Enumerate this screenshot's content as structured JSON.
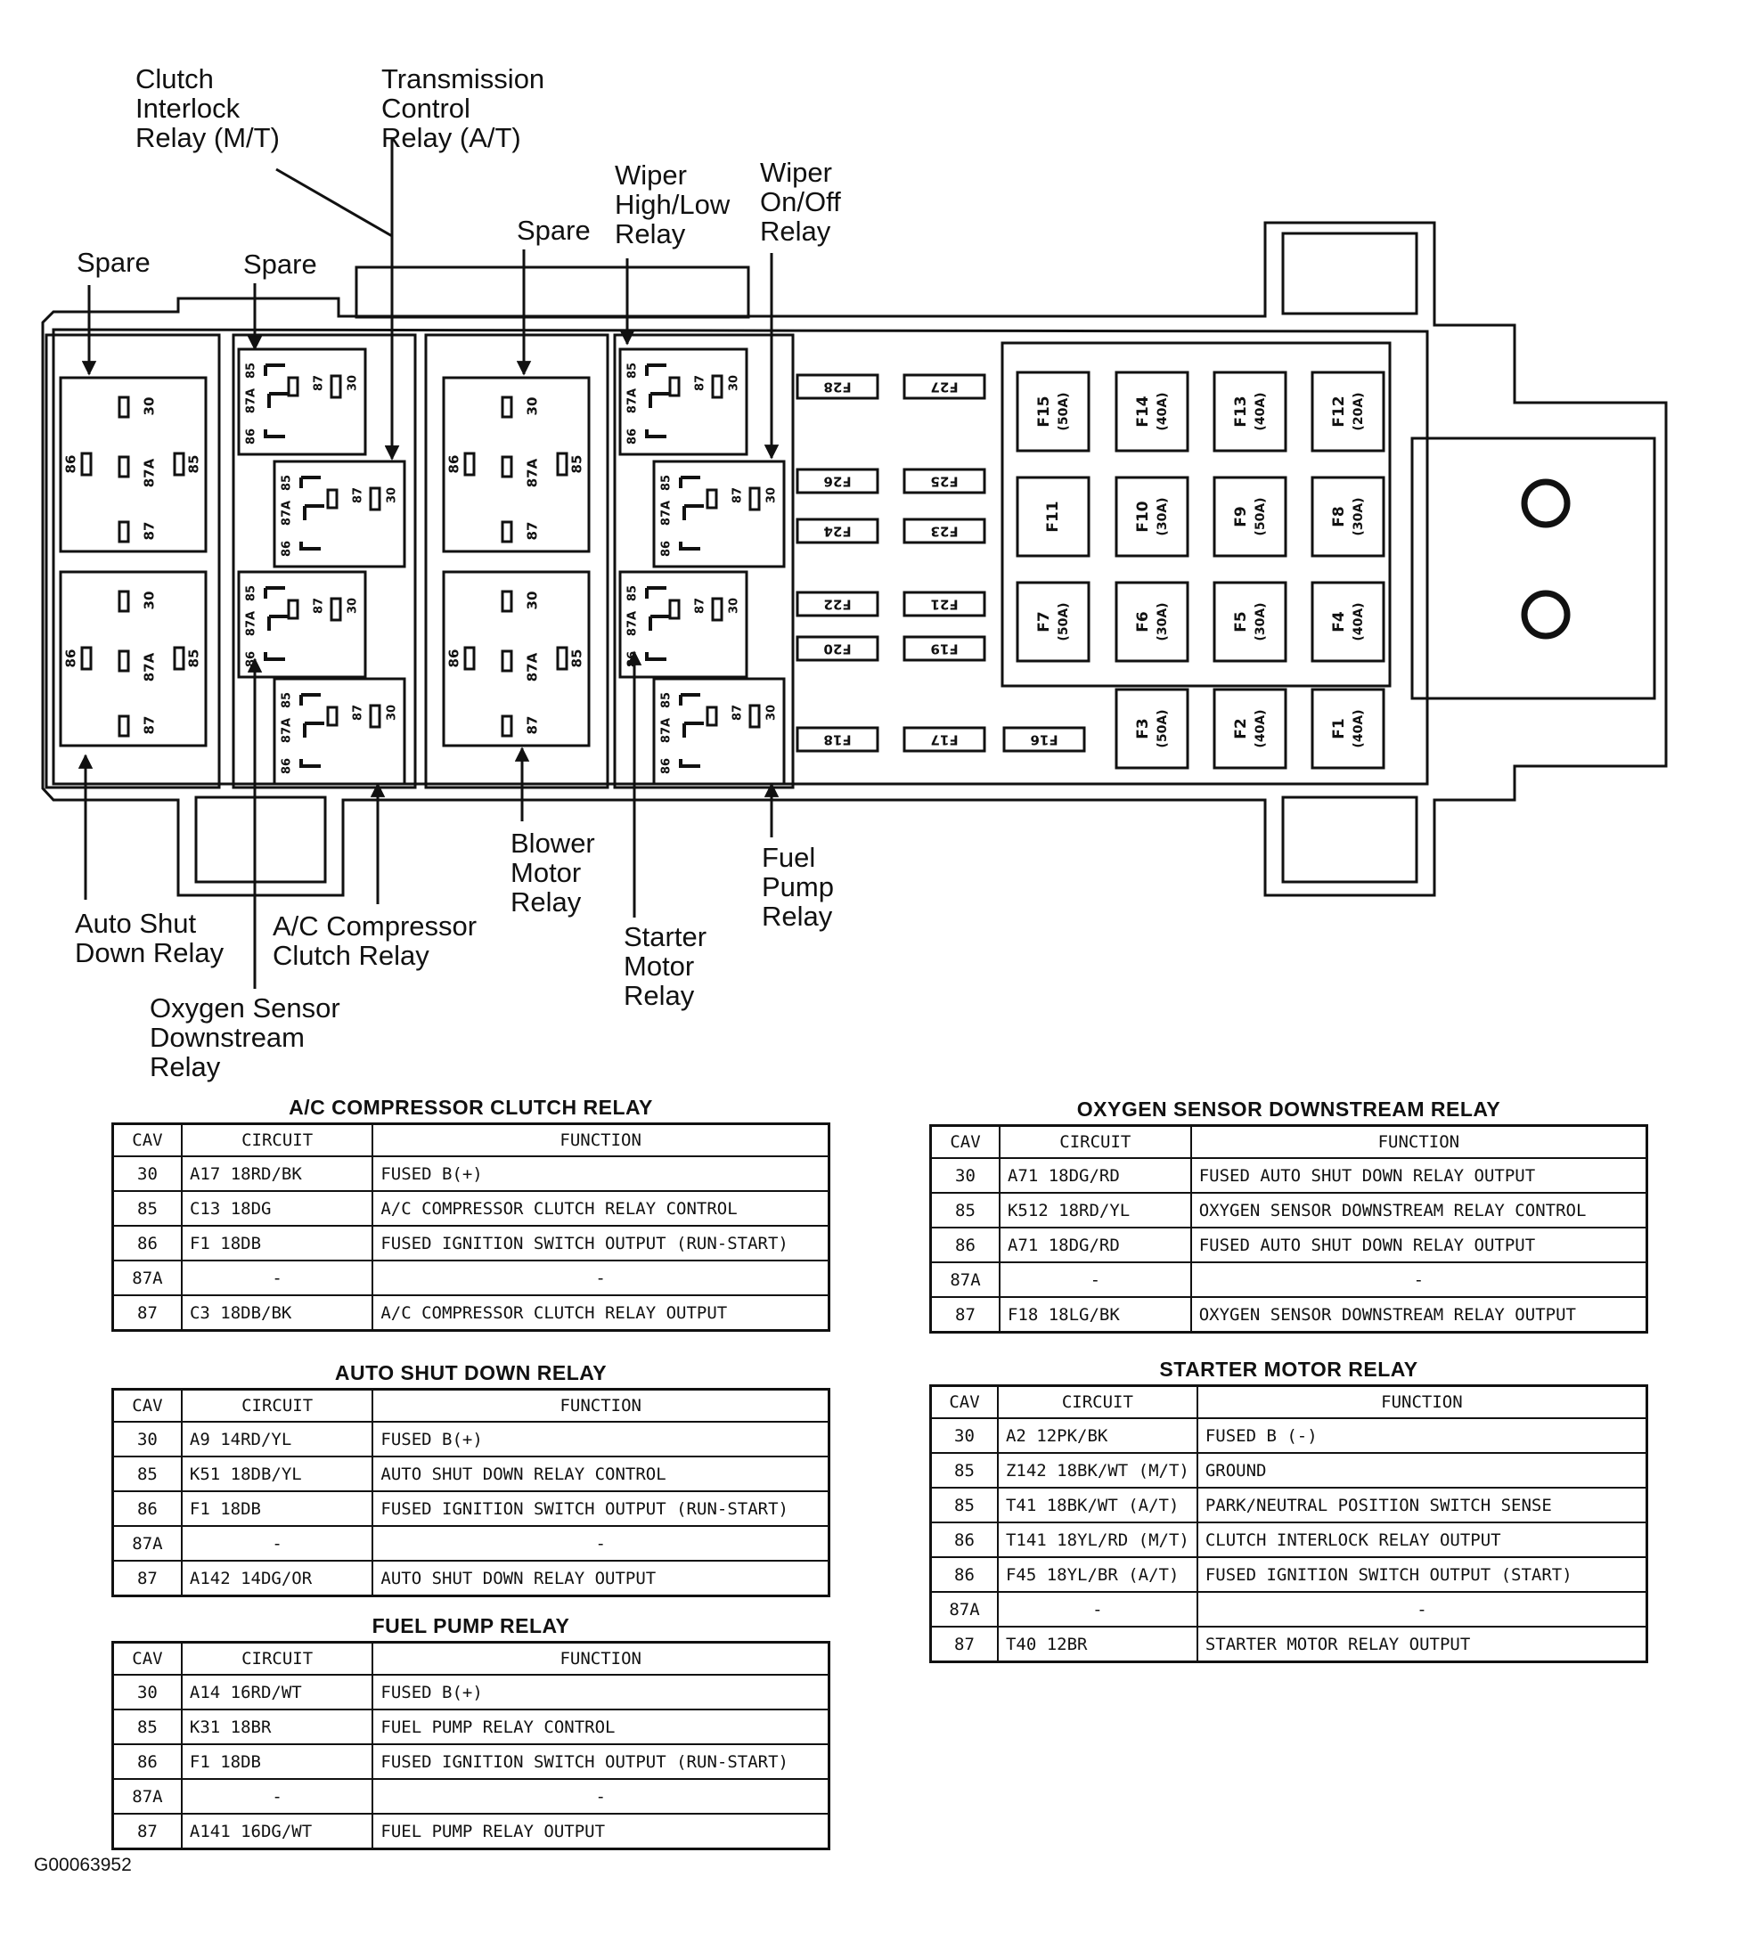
{
  "callouts": [
    {
      "id": "clutch",
      "text": "Clutch\nInterlock\nRelay (M/T)"
    },
    {
      "id": "tcr",
      "text": "Transmission\nControl\nRelay (A/T)"
    },
    {
      "id": "spare1",
      "text": "Spare"
    },
    {
      "id": "spare2",
      "text": "Spare"
    },
    {
      "id": "spare3",
      "text": "Spare"
    },
    {
      "id": "wiperhl",
      "text": "Wiper\nHigh/Low\nRelay"
    },
    {
      "id": "wiperoo",
      "text": "Wiper\nOn/Off\nRelay"
    },
    {
      "id": "asd",
      "text": "Auto Shut\nDown Relay"
    },
    {
      "id": "acc",
      "text": "A/C Compressor\nClutch Relay"
    },
    {
      "id": "o2",
      "text": "Oxygen Sensor\nDownstream\nRelay"
    },
    {
      "id": "blower",
      "text": "Blower\nMotor\nRelay"
    },
    {
      "id": "starter",
      "text": "Starter\nMotor\nRelay"
    },
    {
      "id": "fuelpump",
      "text": "Fuel\nPump\nRelay"
    }
  ],
  "relay_pins": {
    "p30": "30",
    "p85": "85",
    "p86": "86",
    "p87": "87",
    "p87a": "87A"
  },
  "small_fuses": [
    "F28",
    "F27",
    "F26",
    "F25",
    "F24",
    "F23",
    "F22",
    "F21",
    "F20",
    "F19",
    "F18",
    "F17",
    "F16"
  ],
  "maxi_fuses": [
    {
      "id": "F15",
      "rating": "(50A)"
    },
    {
      "id": "F14",
      "rating": "(40A)"
    },
    {
      "id": "F13",
      "rating": "(40A)"
    },
    {
      "id": "F12",
      "rating": "(20A)"
    },
    {
      "id": "F11",
      "rating": ""
    },
    {
      "id": "F10",
      "rating": "(30A)"
    },
    {
      "id": "F9",
      "rating": "(50A)"
    },
    {
      "id": "F8",
      "rating": "(30A)"
    },
    {
      "id": "F7",
      "rating": "(50A)"
    },
    {
      "id": "F6",
      "rating": "(30A)"
    },
    {
      "id": "F5",
      "rating": "(30A)"
    },
    {
      "id": "F4",
      "rating": "(40A)"
    },
    {
      "id": "F3",
      "rating": "(50A)"
    },
    {
      "id": "F2",
      "rating": "(40A)"
    },
    {
      "id": "F1",
      "rating": "(40A)"
    }
  ],
  "tables": [
    {
      "title": "A/C COMPRESSOR CLUTCH RELAY",
      "headers": [
        "CAV",
        "CIRCUIT",
        "FUNCTION"
      ],
      "rows": [
        [
          "30",
          "A17 18RD/BK",
          "FUSED B(+)"
        ],
        [
          "85",
          "C13 18DG",
          "A/C COMPRESSOR CLUTCH RELAY CONTROL"
        ],
        [
          "86",
          "F1 18DB",
          "FUSED IGNITION SWITCH OUTPUT (RUN-START)"
        ],
        [
          "87A",
          "-",
          "-"
        ],
        [
          "87",
          "C3 18DB/BK",
          "A/C COMPRESSOR CLUTCH RELAY OUTPUT"
        ]
      ]
    },
    {
      "title": "AUTO SHUT DOWN RELAY",
      "headers": [
        "CAV",
        "CIRCUIT",
        "FUNCTION"
      ],
      "rows": [
        [
          "30",
          "A9 14RD/YL",
          "FUSED B(+)"
        ],
        [
          "85",
          "K51 18DB/YL",
          "AUTO SHUT DOWN RELAY CONTROL"
        ],
        [
          "86",
          "F1 18DB",
          "FUSED IGNITION SWITCH OUTPUT (RUN-START)"
        ],
        [
          "87A",
          "-",
          "-"
        ],
        [
          "87",
          "A142 14DG/OR",
          "AUTO SHUT DOWN RELAY OUTPUT"
        ]
      ]
    },
    {
      "title": "FUEL PUMP RELAY",
      "headers": [
        "CAV",
        "CIRCUIT",
        "FUNCTION"
      ],
      "rows": [
        [
          "30",
          "A14 16RD/WT",
          "FUSED B(+)"
        ],
        [
          "85",
          "K31 18BR",
          "FUEL PUMP RELAY CONTROL"
        ],
        [
          "86",
          "F1 18DB",
          "FUSED IGNITION SWITCH OUTPUT (RUN-START)"
        ],
        [
          "87A",
          "-",
          "-"
        ],
        [
          "87",
          "A141 16DG/WT",
          "FUEL PUMP RELAY OUTPUT"
        ]
      ]
    },
    {
      "title": "OXYGEN SENSOR DOWNSTREAM RELAY",
      "headers": [
        "CAV",
        "CIRCUIT",
        "FUNCTION"
      ],
      "rows": [
        [
          "30",
          "A71 18DG/RD",
          "FUSED AUTO SHUT DOWN RELAY OUTPUT"
        ],
        [
          "85",
          "K512 18RD/YL",
          "OXYGEN SENSOR DOWNSTREAM RELAY CONTROL"
        ],
        [
          "86",
          "A71 18DG/RD",
          "FUSED AUTO SHUT DOWN RELAY OUTPUT"
        ],
        [
          "87A",
          "-",
          "-"
        ],
        [
          "87",
          "F18 18LG/BK",
          "OXYGEN SENSOR DOWNSTREAM RELAY OUTPUT"
        ]
      ]
    },
    {
      "title": "STARTER MOTOR RELAY",
      "headers": [
        "CAV",
        "CIRCUIT",
        "FUNCTION"
      ],
      "rows": [
        [
          "30",
          "A2 12PK/BK",
          "FUSED B (-)"
        ],
        [
          "85",
          "Z142 18BK/WT (M/T)",
          "GROUND"
        ],
        [
          "85",
          "T41 18BK/WT (A/T)",
          "PARK/NEUTRAL POSITION SWITCH SENSE"
        ],
        [
          "86",
          "T141 18YL/RD (M/T)",
          "CLUTCH INTERLOCK RELAY OUTPUT"
        ],
        [
          "86",
          "F45 18YL/BR (A/T)",
          "FUSED IGNITION SWITCH OUTPUT (START)"
        ],
        [
          "87A",
          "-",
          "-"
        ],
        [
          "87",
          "T40 12BR",
          "STARTER MOTOR RELAY OUTPUT"
        ]
      ]
    }
  ],
  "figure_id": "G00063952"
}
